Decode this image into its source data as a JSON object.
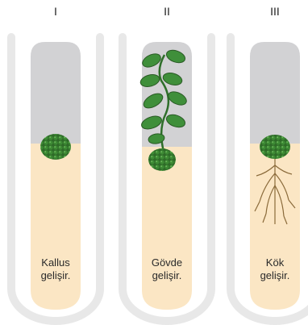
{
  "tubes": [
    {
      "numeral": "I",
      "caption_line1": "Kallus",
      "caption_line2": "gelişir."
    },
    {
      "numeral": "II",
      "caption_line1": "Gövde",
      "caption_line2": "gelişir."
    },
    {
      "numeral": "III",
      "caption_line1": "Kök",
      "caption_line2": "gelişir."
    }
  ],
  "colors": {
    "tube_glass": "#e8e8e8",
    "air": "#d2d2d4",
    "medium": "#fbe6c4",
    "callus": "#2f6f2a",
    "leaf": "#3f8f3a",
    "root": "#8a6a3a"
  }
}
